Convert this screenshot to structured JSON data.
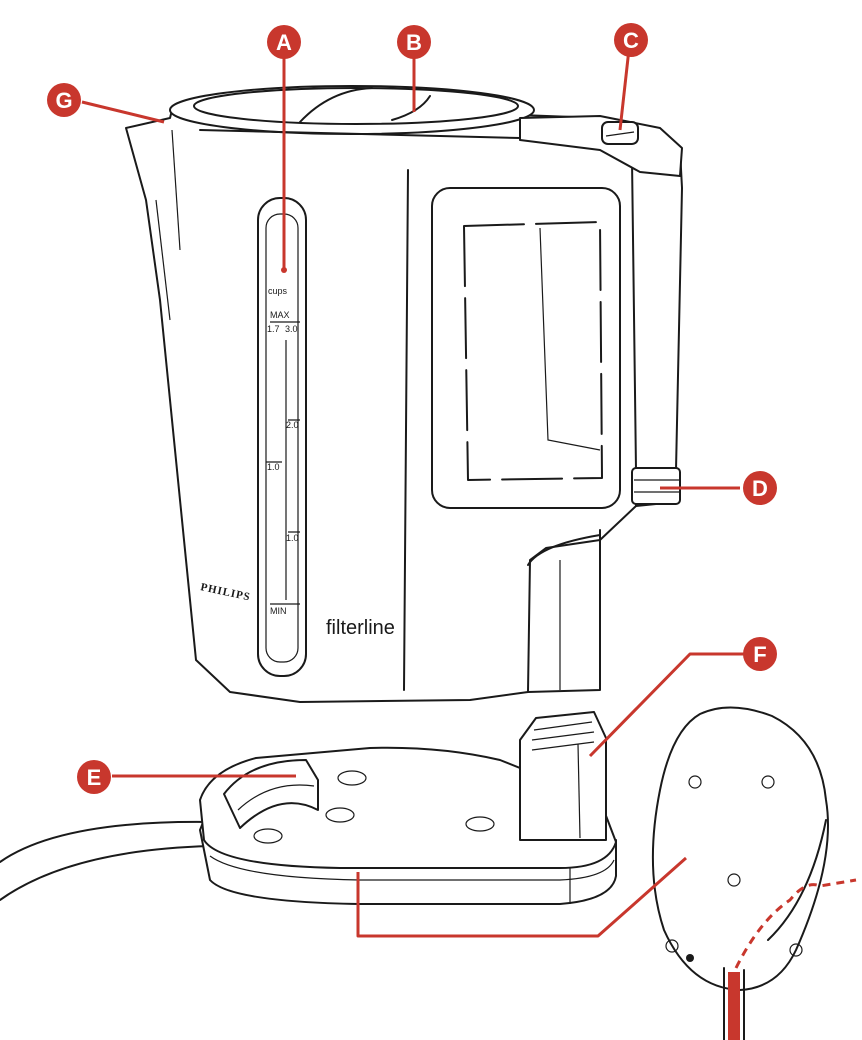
{
  "callouts": [
    {
      "id": "A",
      "letter": "A"
    },
    {
      "id": "B",
      "letter": "B"
    },
    {
      "id": "C",
      "letter": "C"
    },
    {
      "id": "D",
      "letter": "D"
    },
    {
      "id": "E",
      "letter": "E"
    },
    {
      "id": "F",
      "letter": "F"
    },
    {
      "id": "G",
      "letter": "G"
    }
  ],
  "kettle": {
    "brand": "PHILIPS",
    "model": "filterline"
  },
  "water_gauge": {
    "unit": "cups",
    "max_label": "MAX",
    "min_label": "MIN",
    "marks": [
      "1.7",
      "3.0",
      "2.0",
      "1.0",
      "1.0"
    ]
  },
  "colors": {
    "callout": "#c8372d",
    "line_art": "#1a1a1a",
    "background": "#ffffff"
  }
}
